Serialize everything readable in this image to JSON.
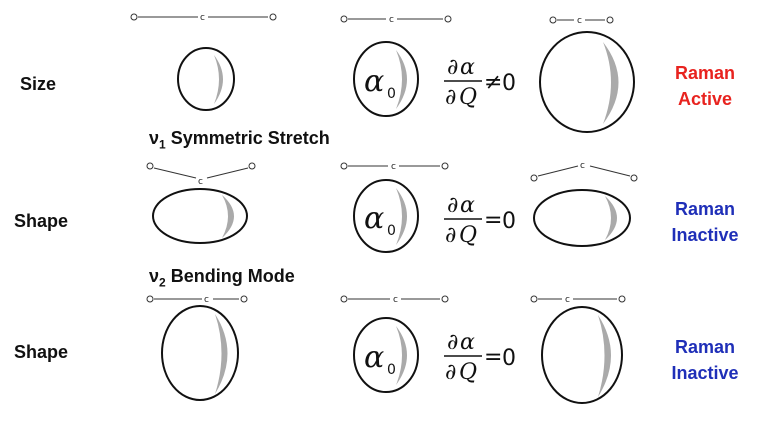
{
  "rows": [
    {
      "label": "Size",
      "activity_line1": "Raman",
      "activity_line2": "Active",
      "activity_color": "#e8231f",
      "relation": "≠",
      "rhs": "0",
      "molecules": [
        "o——c——o",
        "o—c—o",
        "o—c—o"
      ]
    },
    {
      "label": "Shape",
      "activity_line1": "Raman",
      "activity_line2": "Inactive",
      "activity_color": "#1f2fb8",
      "relation": "=",
      "rhs": "0",
      "molecules": [
        "o\\c/o",
        "o—c—o",
        "o/c\\o"
      ]
    },
    {
      "label": "Shape",
      "activity_line1": "Raman",
      "activity_line2": "Inactive",
      "activity_color": "#1f2fb8",
      "relation": "=",
      "rhs": "0",
      "molecules": [
        "o—c—o",
        "o—c—o",
        "o—c—o"
      ]
    }
  ],
  "modes": [
    {
      "symbol": "ν",
      "subscript": "1",
      "name": "Symmetric Stretch"
    },
    {
      "symbol": "ν",
      "subscript": "2",
      "name": "Bending Mode"
    }
  ],
  "math": {
    "alpha_symbol": "α",
    "alpha_subscript": "0",
    "partial_symbol": "∂",
    "coordinate": "Q"
  }
}
